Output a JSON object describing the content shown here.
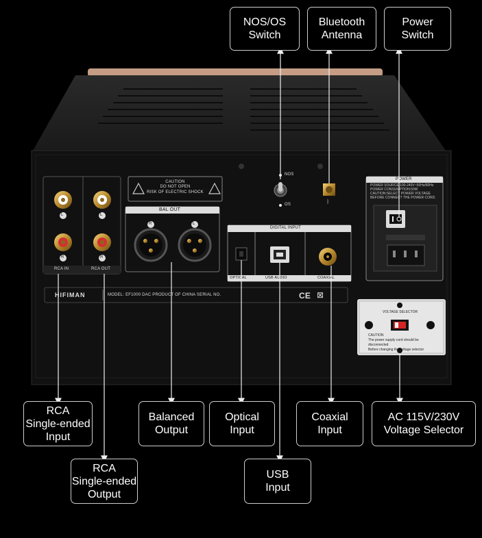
{
  "callouts": {
    "nos_os": {
      "line1": "NOS/OS",
      "line2": "Switch"
    },
    "bluetooth": {
      "line1": "Bluetooth",
      "line2": "Antenna"
    },
    "power": {
      "line1": "Power",
      "line2": "Switch"
    },
    "rca_in": {
      "line1": "RCA",
      "line2": "Single-ended",
      "line3": "Input"
    },
    "rca_out": {
      "line1": "RCA",
      "line2": "Single-ended",
      "line3": "Output"
    },
    "balanced": {
      "line1": "Balanced",
      "line2": "Output"
    },
    "optical": {
      "line1": "Optical",
      "line2": "Input"
    },
    "usb": {
      "line1": "USB",
      "line2": "Input"
    },
    "coaxial": {
      "line1": "Coaxial",
      "line2": "Input"
    },
    "voltage": {
      "line1": "AC 115V/230V",
      "line2": "Voltage Selector"
    }
  },
  "panel": {
    "caution_title": "CAUTION",
    "caution_line1": "DO NOT OPEN",
    "caution_line2": "RISK OF ELECTRIC SHOCK",
    "bal_out": "BAL OUT",
    "rca_in": "RCA IN",
    "rca_out": "RCA OUT",
    "digital_input": "DIGITAL INPUT",
    "optical": "OPTICAL",
    "usb_audio": "USB AUDIO",
    "coaxial": "COAXIAL",
    "nos": "NOS",
    "os": "OS",
    "power": "POWER",
    "power_line1": "POWER SOURCE:100-240V~50Hz/60Hz",
    "power_line2": "POWER CONSUMPTION:50W",
    "power_line3": "CAUTION:SELECT POWER VOLTAGE",
    "power_line4": "BEFORE CONNECT THE POWER CORD.",
    "voltage_selector": "VOLTAGE SELECTOR",
    "vs_caution": "CAUTION",
    "vs_line1": "The power supply cord should be",
    "vs_line2": "disconnected",
    "vs_line3": "Before changing the voltage selector",
    "brand": "HIFIMAN",
    "model": "MODEL: EF1000 DAC PRODUCT OF CHINA    SERIAL NO.",
    "ce": "CE",
    "left_label": "L",
    "right_label": "R"
  }
}
